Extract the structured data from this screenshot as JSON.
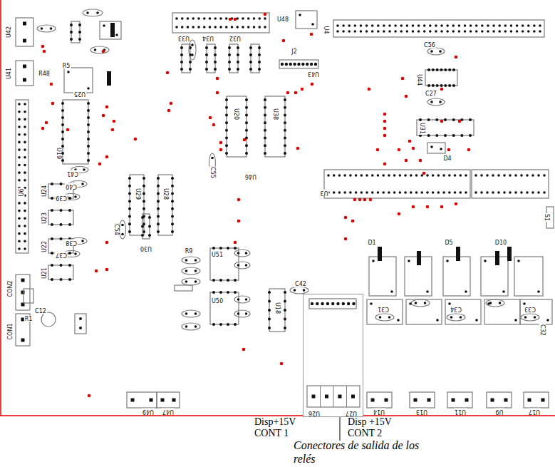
{
  "diagram": {
    "caption": "Conectores de salida de los relés",
    "nodes": [
      {
        "text": [
          "U26",
          "U27"
        ]
      }
    ],
    "labels": [
      "U42",
      "U41",
      "R48",
      "R5",
      "U25",
      "U19",
      "C41",
      "C40",
      "C39",
      "U6",
      "U24",
      "U23",
      "U22",
      "U21",
      "C38",
      "C37",
      "CON2",
      "CON1",
      "C12",
      "R1",
      "U33",
      "U34",
      "U32",
      "U48",
      "J2",
      "U43",
      "U4",
      "C56",
      "U44",
      "C27",
      "U31",
      "D4",
      "U3",
      "U20",
      "U38",
      "C55",
      "U46",
      "U29",
      "U28",
      "C54",
      "U30",
      "R9",
      "U51",
      "U50",
      "C42",
      "U18",
      "U49",
      "U47",
      "U14",
      "U13",
      "U11",
      "U9",
      "U17",
      "D1",
      "D5",
      "D10",
      "S1",
      "C31",
      "C34",
      "C33",
      "C32",
      "Disp+15V",
      "CONT 1",
      "Disp +15V",
      "CONT 2"
    ]
  }
}
